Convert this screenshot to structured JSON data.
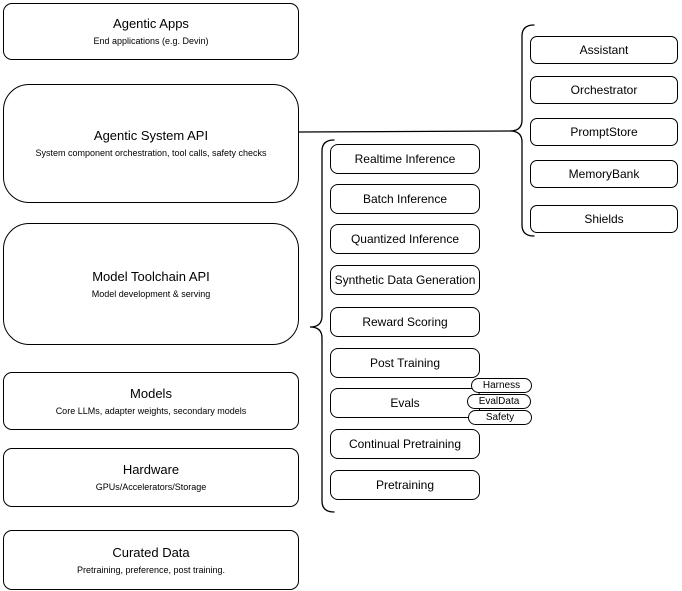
{
  "diagram": {
    "left_stack": [
      {
        "title": "Agentic Apps",
        "subtitle": "End applications (e.g. Devin)"
      },
      {
        "title": "Agentic System API",
        "subtitle": "System component orchestration, tool calls, safety checks"
      },
      {
        "title": "Model Toolchain API",
        "subtitle": "Model development & serving"
      },
      {
        "title": "Models",
        "subtitle": "Core LLMs, adapter weights, secondary models"
      },
      {
        "title": "Hardware",
        "subtitle": "GPUs/Accelerators/Storage"
      },
      {
        "title": "Curated Data",
        "subtitle": "Pretraining, preference, post training."
      }
    ],
    "toolchain_components": [
      "Realtime Inference",
      "Batch Inference",
      "Quantized Inference",
      "Synthetic Data Generation",
      "Reward Scoring",
      "Post Training",
      "Evals",
      "Continual Pretraining",
      "Pretraining"
    ],
    "eval_tags": [
      "Harness",
      "EvalData",
      "Safety"
    ],
    "system_components": [
      "Assistant",
      "Orchestrator",
      "PromptStore",
      "MemoryBank",
      "Shields"
    ],
    "colors": {
      "stroke": "#000000",
      "fill": "#ffffff",
      "text": "#000000"
    }
  }
}
